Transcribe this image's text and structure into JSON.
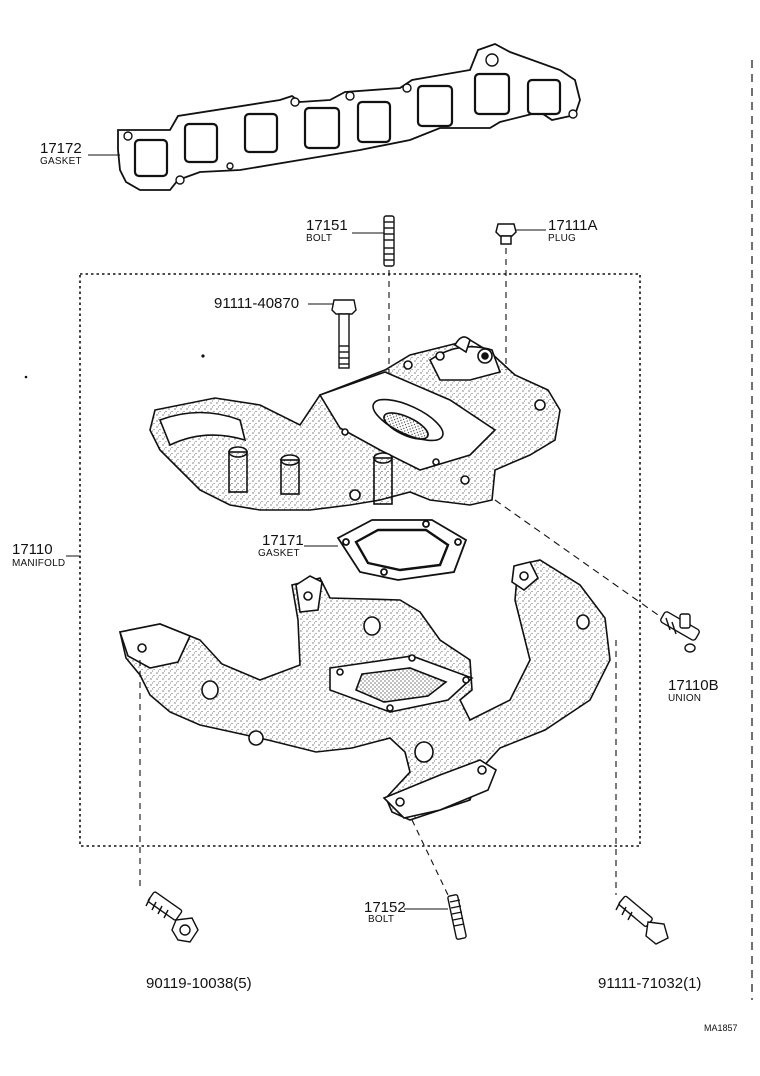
{
  "parts": [
    {
      "id": "gasket-17172",
      "number": "17172",
      "name": "GASKET"
    },
    {
      "id": "bolt-17151",
      "number": "17151",
      "name": "BOLT"
    },
    {
      "id": "plug-17111a",
      "number": "17111A",
      "name": "PLUG"
    },
    {
      "id": "bolt-91111-40870",
      "number": "91111-40870",
      "name": ""
    },
    {
      "id": "manifold-17110",
      "number": "17110",
      "name": "MANIFOLD"
    },
    {
      "id": "gasket-17171",
      "number": "17171",
      "name": "GASKET"
    },
    {
      "id": "union-17110b",
      "number": "17110B",
      "name": "UNION"
    },
    {
      "id": "bolt-17152",
      "number": "17152",
      "name": "BOLT"
    },
    {
      "id": "bolt-90119-10038",
      "number": "90119-10038(5)",
      "name": ""
    },
    {
      "id": "bolt-91111-71032",
      "number": "91111-71032(1)",
      "name": ""
    }
  ],
  "diagram_code": "MA1857"
}
